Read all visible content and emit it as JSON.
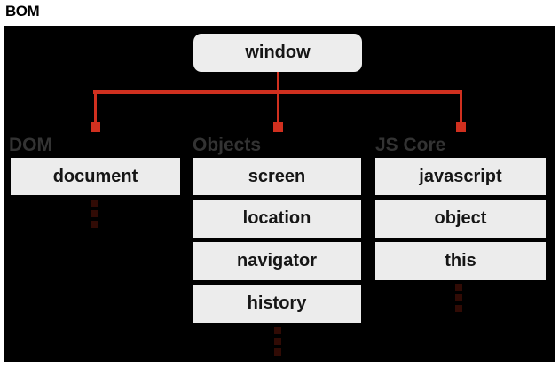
{
  "title": "BOM",
  "root": {
    "label": "window"
  },
  "groups": [
    {
      "label": "DOM",
      "items": [
        "document"
      ]
    },
    {
      "label": "Objects",
      "items": [
        "screen",
        "location",
        "navigator",
        "history"
      ]
    },
    {
      "label": "JS Core",
      "items": [
        "javascript",
        "object",
        "this"
      ]
    }
  ],
  "colors": {
    "connector_red": "#d0301f",
    "canvas_background": "#000000",
    "box_fill": "#ececec",
    "root_box_fill": "#ededed",
    "box_text": "#161616",
    "group_label_text": "#333333",
    "dim_dot": "#310b05",
    "page_background": "#ffffff"
  }
}
